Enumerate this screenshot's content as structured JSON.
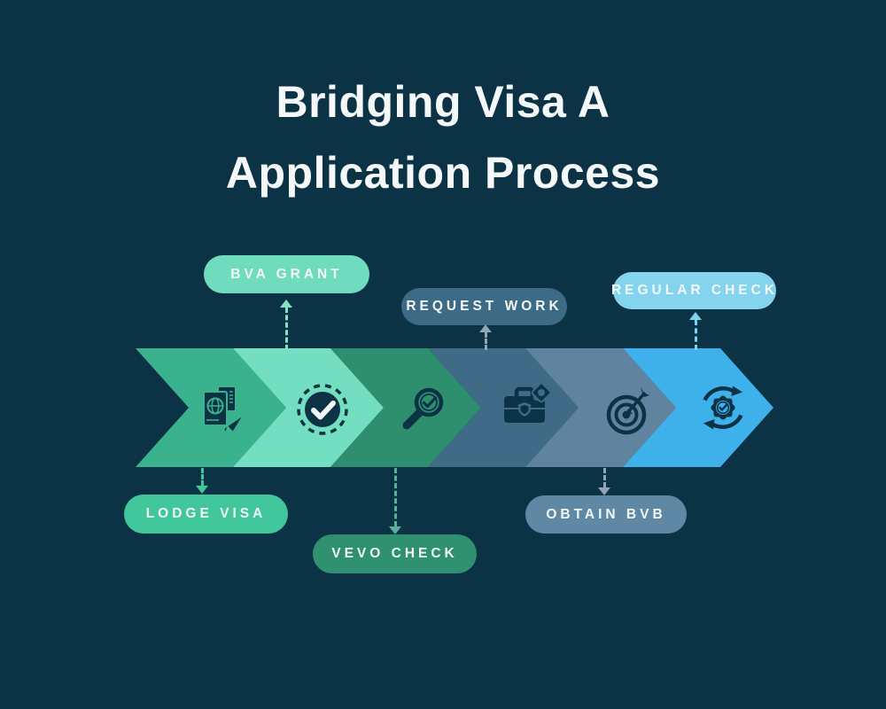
{
  "title": {
    "line1": "Bridging Visa A",
    "line2": "Application Process"
  },
  "background_color": "#0c3245",
  "icon_color": "#0c3245",
  "title_color": "#f4f8f8",
  "pill_text_color": "#f2f7f7",
  "steps": [
    {
      "label": "LODGE VISA",
      "callout_position": "bottom",
      "icon": "passport-plane-icon",
      "chevron_color": "#3ab28e",
      "pill_color": "#41c79b",
      "connector_color": "#41c79b"
    },
    {
      "label": "BVA GRANT",
      "callout_position": "top",
      "icon": "check-circle-icon",
      "chevron_color": "#74dec1",
      "pill_color": "#6edcbd",
      "connector_color": "#7fe3c6"
    },
    {
      "label": "VEVO CHECK",
      "callout_position": "bottom",
      "icon": "magnifier-check-icon",
      "chevron_color": "#2e8f6f",
      "pill_color": "#2f9170",
      "connector_color": "#55b09c"
    },
    {
      "label": "REQUEST WORK",
      "callout_position": "top",
      "icon": "briefcase-gear-icon",
      "chevron_color": "#3f6b86",
      "pill_color": "#3d6a85",
      "connector_color": "#8fa6b5"
    },
    {
      "label": "OBTAIN BVB",
      "callout_position": "bottom",
      "icon": "target-dart-icon",
      "chevron_color": "#60849f",
      "pill_color": "#5f88a4",
      "connector_color": "#8fa6b5"
    },
    {
      "label": "REGULAR CHECK",
      "callout_position": "top",
      "icon": "gear-sync-check-icon",
      "chevron_color": "#3fb1ea",
      "pill_color": "#85d4ef",
      "connector_color": "#7fd2ee"
    }
  ]
}
